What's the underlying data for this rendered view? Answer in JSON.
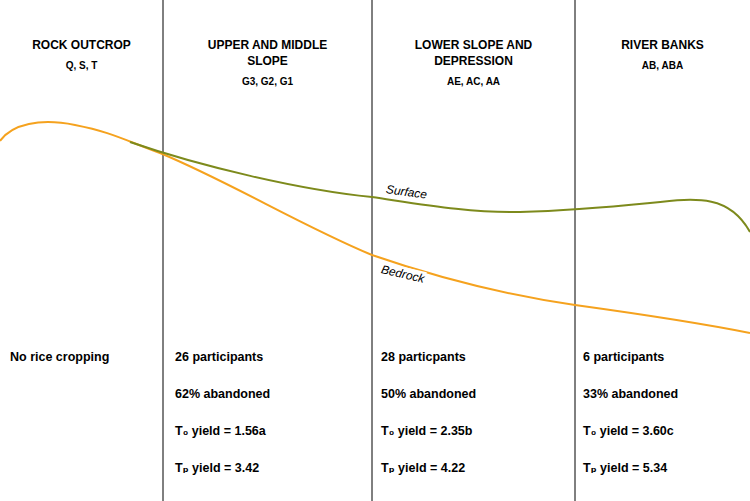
{
  "diagram": {
    "nodes": [
      {
        "text": [
          "ROCK OUTCROP",
          "Q, S, T",
          "No rice cropping"
        ]
      },
      {
        "text": [
          "UPPER AND MIDDLE SLOPE",
          "G3, G2, G1",
          "26 participants",
          "62% abandoned",
          "T₀ yield = 1.56a",
          "Tₚ yield = 3.42"
        ]
      },
      {
        "text": [
          "LOWER SLOPE AND DEPRESSION",
          "AE, AC, AA",
          "28 particpants",
          "50% abandoned",
          "T₀ yield = 2.35b",
          "Tₚ yield = 4.22"
        ]
      },
      {
        "text": [
          "RIVER BANKS",
          "AB, ABA",
          "6 participants",
          "33% abandoned",
          "T₀ yield = 3.60c",
          "Tₚ yield = 5.34"
        ]
      }
    ],
    "labels": [
      "Surface",
      "Bedrock"
    ]
  }
}
